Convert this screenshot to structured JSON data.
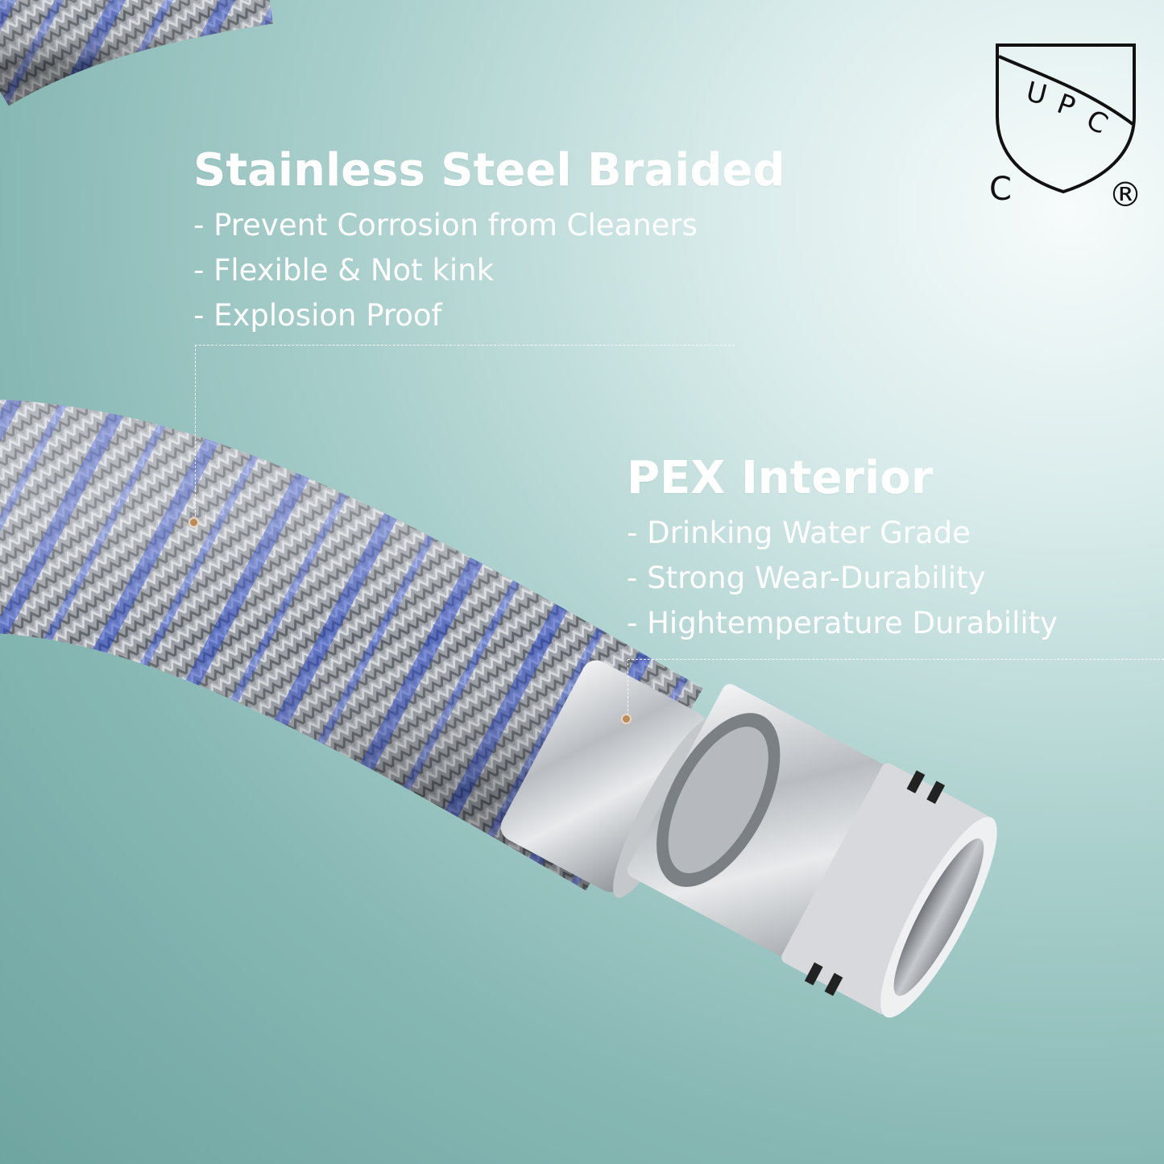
{
  "colors": {
    "background": "#9ec9c6",
    "text": "#ffffff",
    "accent_dot": "#b98a5a",
    "braid_blue": "#1f3fd0",
    "braid_steel": "#8a8f95"
  },
  "certification": {
    "badge_icon": "upc-shield-icon",
    "top_letters": "UPC",
    "left_letter": "C",
    "registered_mark": "®"
  },
  "features": {
    "braided": {
      "title": "Stainless Steel Braided",
      "items": [
        "- Prevent Corrosion from Cleaners",
        "- Flexible & Not kink",
        "- Explosion Proof"
      ]
    },
    "pex": {
      "title": "PEX Interior",
      "items": [
        "- Drinking Water Grade",
        "- Strong Wear-Durability",
        "- Hightemperature Durability"
      ]
    }
  }
}
